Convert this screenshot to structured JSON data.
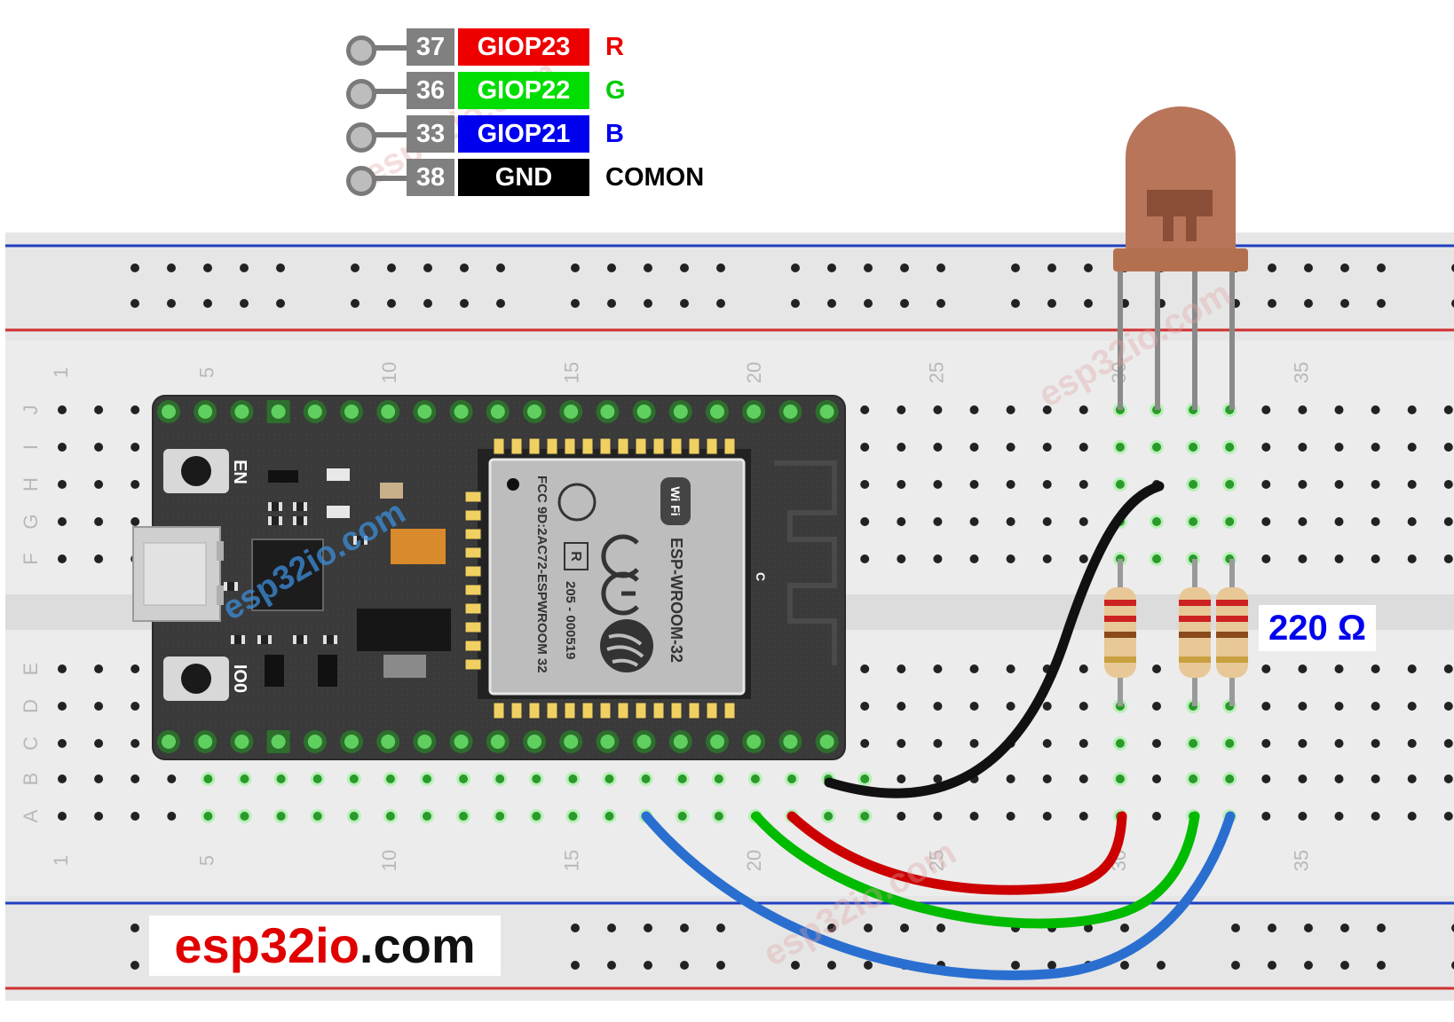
{
  "pin_table": [
    {
      "pin": "37",
      "gpio": "GIOP23",
      "function": "R",
      "color": "#ee0000",
      "func_color": "#ee0000"
    },
    {
      "pin": "36",
      "gpio": "GIOP22",
      "function": "G",
      "color": "#00dd00",
      "func_color": "#00cc00"
    },
    {
      "pin": "33",
      "gpio": "GIOP21",
      "function": "B",
      "color": "#0000ee",
      "func_color": "#0000ee"
    },
    {
      "pin": "38",
      "gpio": "GND",
      "function": "COMON",
      "color": "#000000",
      "func_color": "#000000"
    }
  ],
  "breadboard": {
    "column_numbers": [
      "1",
      "5",
      "10",
      "15",
      "20",
      "25",
      "30",
      "35"
    ],
    "row_letters_top": [
      "J",
      "I",
      "H",
      "G",
      "F"
    ],
    "row_letters_bottom": [
      "E",
      "D",
      "C",
      "B",
      "A"
    ]
  },
  "board": {
    "button_en": "EN",
    "button_io0": "IO0",
    "module_name": "ESP-WROOM-32",
    "fcc_text": "FCC 9D:2AC72-ESPWROOM 32",
    "reg_text": "205 - 000519",
    "wifi_badge": "Wi Fi",
    "r_mark": "R",
    "antenna_mark": "C"
  },
  "resistor_label": "220 Ω",
  "brand": {
    "part1": "esp32io",
    "part2": ".com"
  },
  "watermark": "esp32io.com",
  "colors": {
    "wire_red": "#cc0000",
    "wire_green": "#00bb00",
    "wire_blue": "#2a6fd0",
    "wire_black": "#111111",
    "board": "#3a3a3a",
    "breadboard": "#ececec",
    "rail_red": "#d03030",
    "rail_blue": "#2040c0",
    "led_body": "#b8755a"
  }
}
